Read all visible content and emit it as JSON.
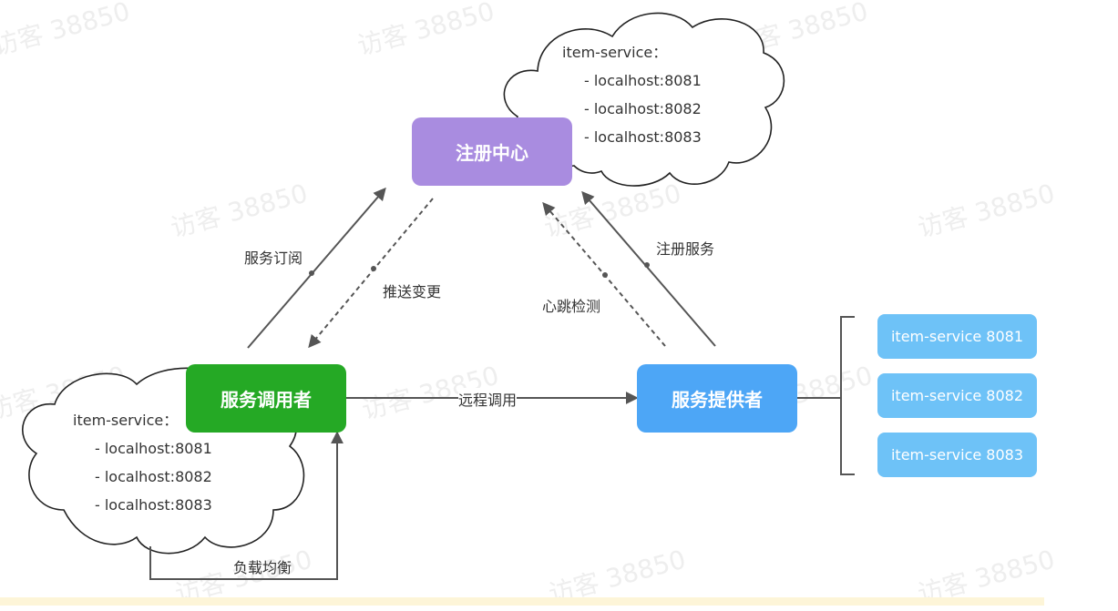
{
  "watermark": "访客 38850",
  "nodes": {
    "registry": "注册中心",
    "consumer": "服务调用者",
    "provider": "服务提供者"
  },
  "edges": {
    "subscribe": "服务订阅",
    "push_change": "推送变更",
    "heartbeat": "心跳检测",
    "register": "注册服务",
    "remote_call": "远程调用",
    "load_balance": "负载均衡"
  },
  "registry_cloud": {
    "title": "item-service：",
    "items": [
      "- localhost:8081",
      "- localhost:8082",
      "- localhost:8083"
    ]
  },
  "consumer_cloud": {
    "title": "item-service：",
    "items": [
      "- localhost:8081",
      "- localhost:8082",
      "- localhost:8083"
    ]
  },
  "instances": [
    "item-service 8081",
    "item-service 8082",
    "item-service 8083"
  ],
  "colors": {
    "registry": "#a98ce0",
    "consumer": "#25a925",
    "provider": "#4da6f6",
    "instance": "#6ec2f7",
    "line": "#555555"
  }
}
